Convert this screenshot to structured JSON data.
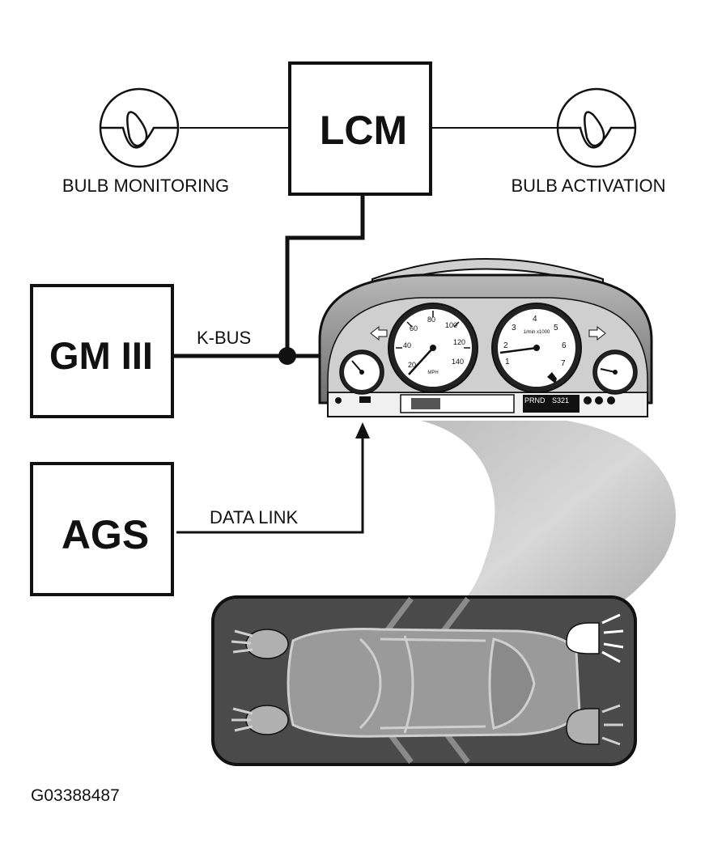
{
  "blocks": {
    "lcm": "LCM",
    "gm3": "GM III",
    "ags": "AGS"
  },
  "connections": {
    "kbus": "K-BUS",
    "data_link": "DATA LINK"
  },
  "bulbs": {
    "monitoring": "BULB MONITORING",
    "activation": "BULB ACTIVATION"
  },
  "cluster": {
    "speed_ticks": [
      "20",
      "40",
      "60",
      "80",
      "100",
      "120",
      "140"
    ],
    "rpm_ticks": [
      "1",
      "2",
      "3",
      "4",
      "5",
      "6",
      "7"
    ],
    "rpm_unit": "1/min x1000",
    "speed_unit": "MPH",
    "gear_display": "PRND",
    "model_display": "S321"
  },
  "figure_id": "G03388487",
  "colors": {
    "line": "#111111",
    "cluster_body": "#8a8a8a",
    "car_panel": "#4a4a4a"
  }
}
